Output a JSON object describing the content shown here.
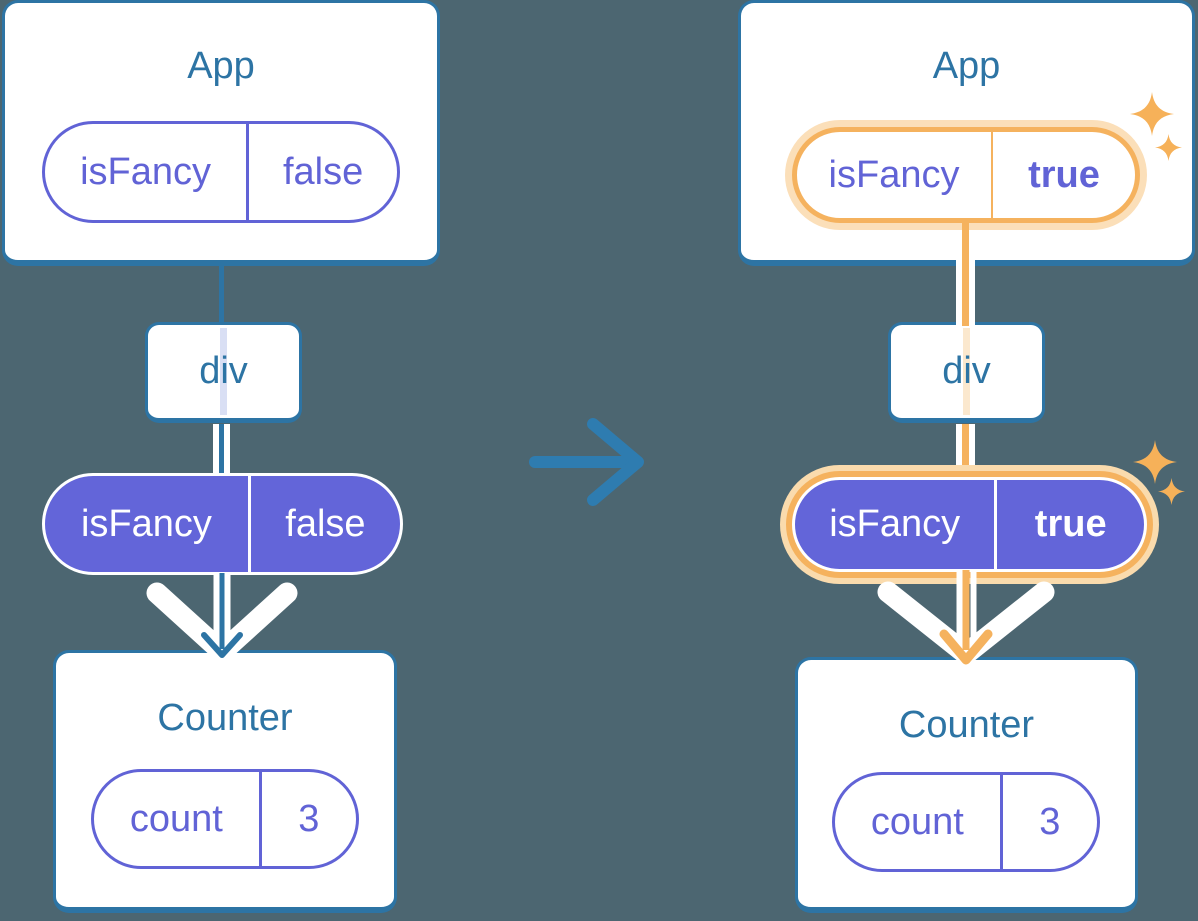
{
  "colors": {
    "background": "#4C6671",
    "card_stroke_blue": "#2D74A4",
    "title_text_blue": "#2D74A4",
    "purple_fill": "#6365D9",
    "purple_text": "#6163D6",
    "highlight_orange": "#F5B25E",
    "highlight_peach": "#FADBAD",
    "white": "#FFFFFF"
  },
  "icons": {
    "transition_arrow": "right-arrow",
    "sparkles": "four-point-sparkle"
  },
  "trees": {
    "before": {
      "app": {
        "title": "App",
        "state": {
          "name": "isFancy",
          "value": "false"
        }
      },
      "div_label": "div",
      "prop": {
        "name": "isFancy",
        "value": "false"
      },
      "counter": {
        "title": "Counter",
        "state": {
          "name": "count",
          "value": "3"
        }
      }
    },
    "after": {
      "app": {
        "title": "App",
        "state": {
          "name": "isFancy",
          "value": "true"
        }
      },
      "div_label": "div",
      "prop": {
        "name": "isFancy",
        "value": "true"
      },
      "counter": {
        "title": "Counter",
        "state": {
          "name": "count",
          "value": "3"
        }
      }
    }
  }
}
